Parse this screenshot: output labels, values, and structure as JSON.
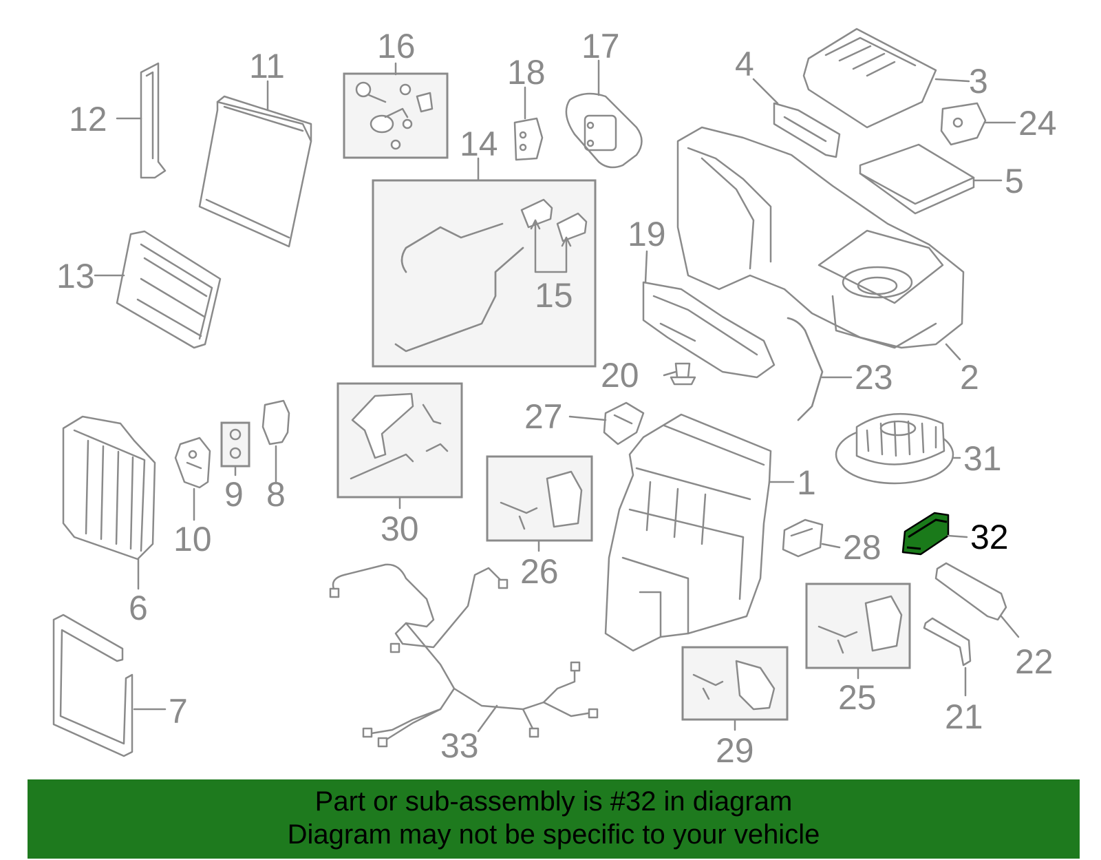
{
  "colors": {
    "highlight_part": "#1a7a1a",
    "banner_background": "#1e7a1e",
    "banner_text": "#000000",
    "line_art": "#8a8a8a"
  },
  "callouts": {
    "c1": "1",
    "c2": "2",
    "c3": "3",
    "c4": "4",
    "c5": "5",
    "c6": "6",
    "c7": "7",
    "c8": "8",
    "c9": "9",
    "c10": "10",
    "c11": "11",
    "c12": "12",
    "c13": "13",
    "c14": "14",
    "c15": "15",
    "c16": "16",
    "c17": "17",
    "c18": "18",
    "c19": "19",
    "c20": "20",
    "c21": "21",
    "c22": "22",
    "c23": "23",
    "c24": "24",
    "c25": "25",
    "c26": "26",
    "c27": "27",
    "c28": "28",
    "c29": "29",
    "c30": "30",
    "c31": "31",
    "c32": "32",
    "c33": "33"
  },
  "highlighted_callout": "32",
  "banner": {
    "line1": "Part or sub-assembly is #32 in diagram",
    "line2": "Diagram may not be specific to your vehicle"
  }
}
